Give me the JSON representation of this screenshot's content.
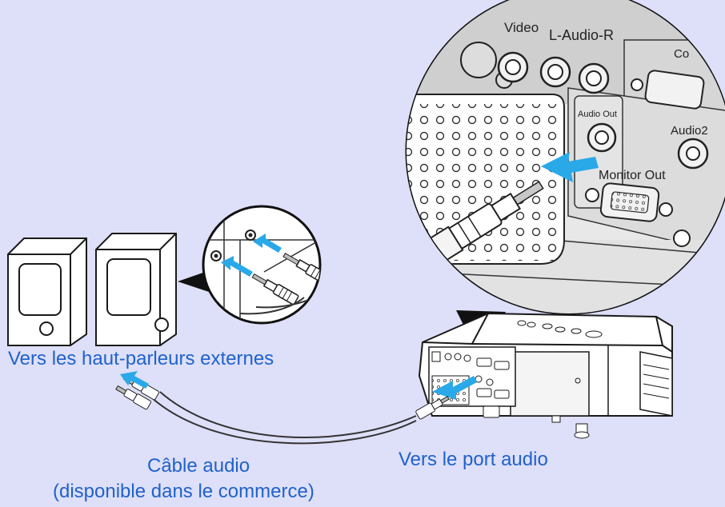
{
  "labels": {
    "speakers": "Vers les haut-parleurs externes",
    "cable_line1": "Câble audio",
    "cable_line2": "(disponible dans le commerce)",
    "port": "Vers le port audio"
  },
  "panel_labels": {
    "video": "Video",
    "l_audio_r": "L-Audio-R",
    "computer_partial": "Co",
    "audio_out": "Audio Out",
    "audio2": "Audio2",
    "monitor_out": "Monitor Out"
  },
  "colors": {
    "background": "#dedff8",
    "label_text": "#1f62cc",
    "arrow": "#2aa9e8",
    "device_fill": "#ffffff",
    "outline": "#1a1a1a"
  },
  "icons": [
    "speaker-icon",
    "projector-icon",
    "audio-cable-icon",
    "arrow-icon"
  ]
}
